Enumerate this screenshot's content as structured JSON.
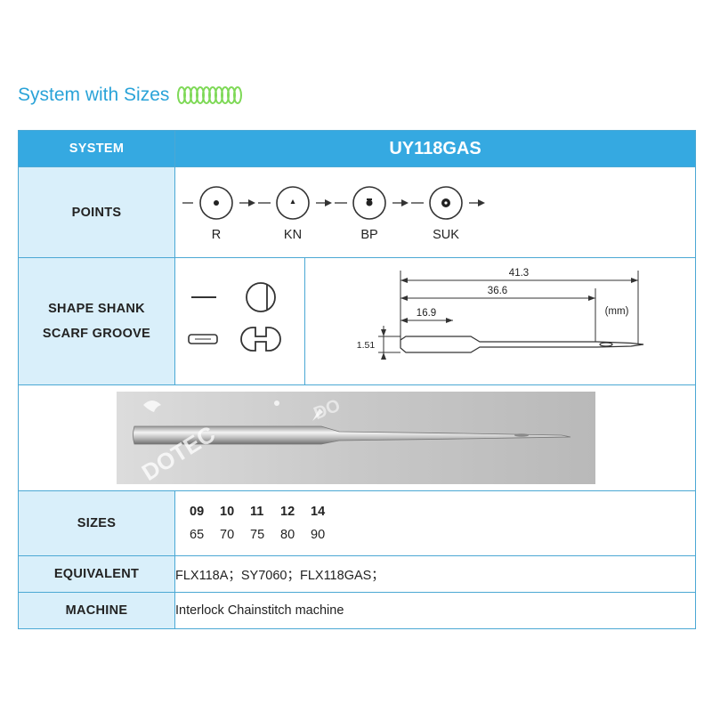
{
  "heading": {
    "title": "System with Sizes"
  },
  "table": {
    "system_label": "SYSTEM",
    "system_value": "UY118GAS",
    "points_label": "POINTS",
    "points": [
      "R",
      "KN",
      "BP",
      "SUK"
    ],
    "shape_label_line1": "SHAPE SHANK",
    "shape_label_line2": "SCARF GROOVE",
    "diagram": {
      "dim_total": "41.3",
      "dim_mid": "36.6",
      "dim_short": "16.9",
      "dim_dia": "1.51",
      "unit": "(mm)"
    },
    "watermark": "DOTEC",
    "sizes_label": "SIZES",
    "sizes_top": [
      "09",
      "10",
      "11",
      "12",
      "14"
    ],
    "sizes_bottom": [
      "65",
      "70",
      "75",
      "80",
      "90"
    ],
    "equivalent_label": "EQUIVALENT",
    "equivalent_value": "FLX118A；SY7060；FLX118GAS；",
    "machine_label": "MACHINE",
    "machine_value": "Interlock Chainstitch machine"
  },
  "colors": {
    "accent": "#35a9e1",
    "label_bg": "#d9effa",
    "heading": "#2aa3d8",
    "spring": "#7ed957"
  }
}
